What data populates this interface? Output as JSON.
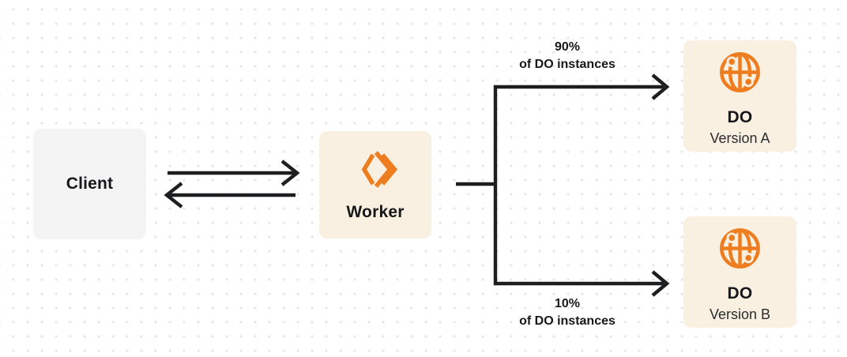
{
  "nodes": {
    "client": {
      "label": "Client"
    },
    "worker": {
      "label": "Worker",
      "icon": "workers-logo-icon"
    },
    "do_version_a": {
      "title": "DO",
      "subtitle": "Version A",
      "icon": "globe-icon"
    },
    "do_version_b": {
      "title": "DO",
      "subtitle": "Version B",
      "icon": "globe-icon"
    }
  },
  "edges": {
    "client_worker": {
      "type": "bidirectional-arrows"
    },
    "split_top": {
      "label_line1": "90%",
      "label_line2": "of DO instances"
    },
    "split_bottom": {
      "label_line1": "10%",
      "label_line2": "of DO instances"
    }
  },
  "colors": {
    "orange": "#EE7D1F",
    "cream": "#FAF0E1",
    "client_gray": "#F4F4F5",
    "line": "#1D1E20",
    "text": "#17181A",
    "subtext": "#2A2C2F",
    "dot_grid": "#E6E6E8"
  }
}
